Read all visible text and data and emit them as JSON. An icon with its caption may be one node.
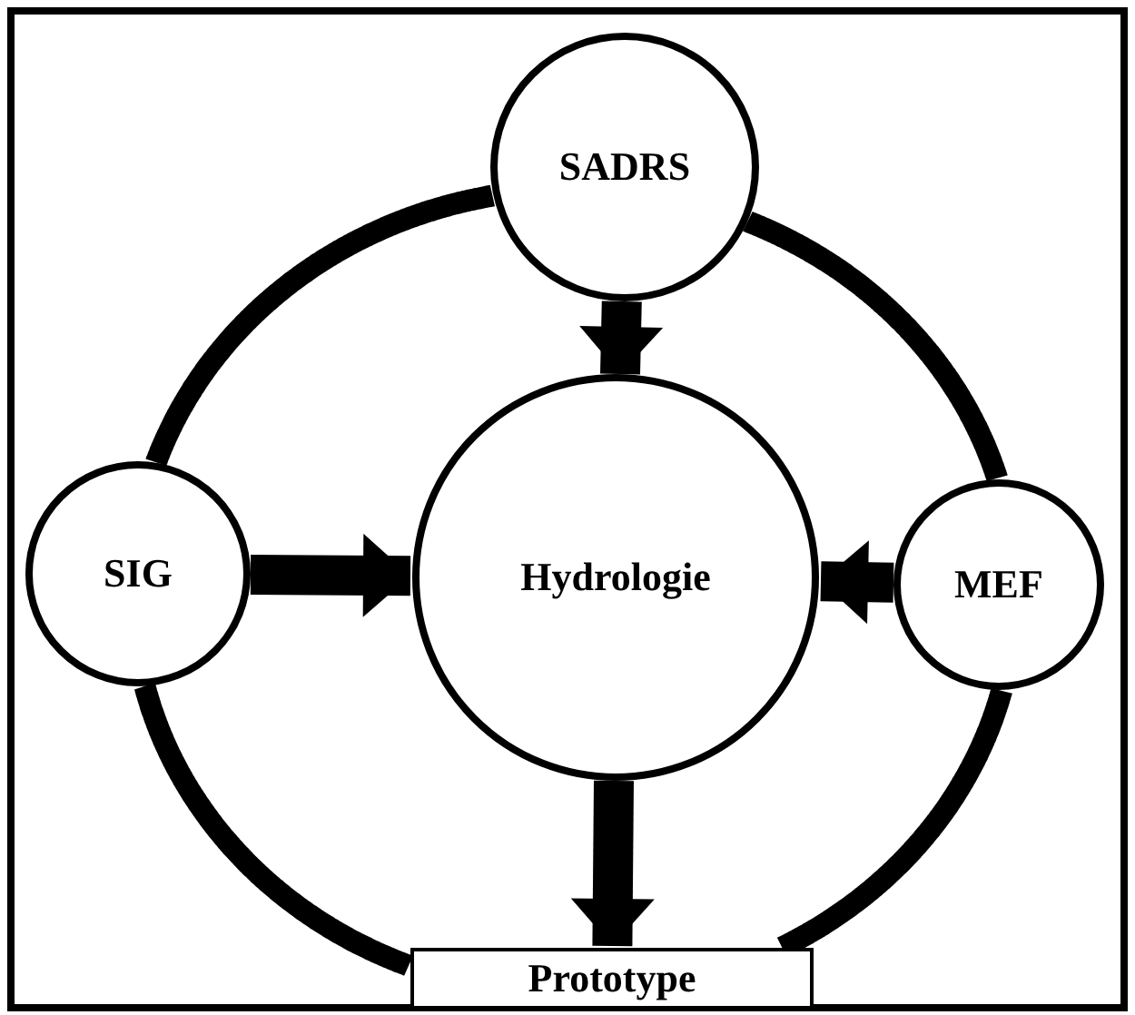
{
  "diagram": {
    "nodes": [
      {
        "text": [
          "SADRS"
        ]
      },
      {
        "text": [
          "SIG"
        ]
      },
      {
        "text": [
          "Hydrologie"
        ]
      },
      {
        "text": [
          "MEF"
        ]
      },
      {
        "text": [
          "Prototype"
        ]
      }
    ],
    "edges": [
      {
        "from": 0,
        "to": 2,
        "arrow": "to",
        "style": "thick"
      },
      {
        "from": 1,
        "to": 2,
        "arrow": "to",
        "style": "thick"
      },
      {
        "from": 3,
        "to": 2,
        "arrow": "to",
        "style": "thick"
      },
      {
        "from": 2,
        "to": 4,
        "arrow": "to",
        "style": "thick"
      },
      {
        "from": 0,
        "to": 1,
        "arrow": "none"
      },
      {
        "from": 1,
        "to": 4,
        "arrow": "none"
      },
      {
        "from": 4,
        "to": 3,
        "arrow": "none"
      },
      {
        "from": 3,
        "to": 0,
        "arrow": "none"
      }
    ]
  }
}
